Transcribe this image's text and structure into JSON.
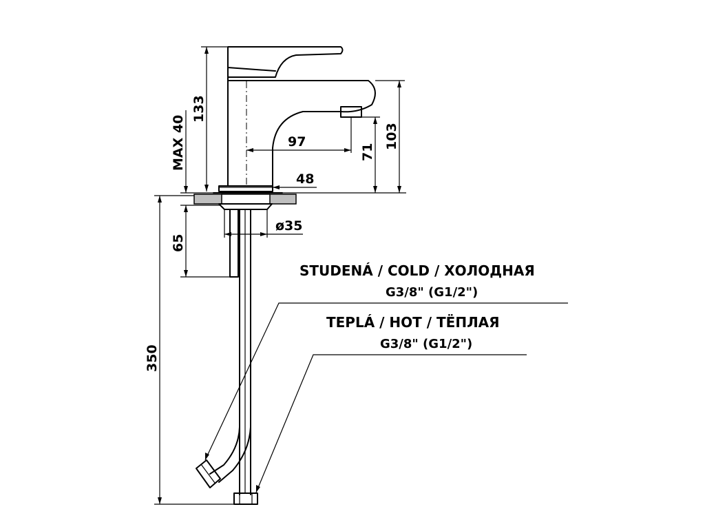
{
  "dimensions": {
    "height_total": "133",
    "max_deck": "MAX 40",
    "reach": "97",
    "spout_height": "71",
    "body_height": "103",
    "base_width": "48",
    "shank_diameter": "ø35",
    "shank_length": "65",
    "hose_length": "350"
  },
  "labels": {
    "cold_title": "STUDENÁ / COLD / ХОЛОДНАЯ",
    "cold_thread": "G3/8\" (G1/2\")",
    "hot_title": "TEPLÁ / HOT / ТЁПЛАЯ",
    "hot_thread": "G3/8\" (G1/2\")"
  }
}
